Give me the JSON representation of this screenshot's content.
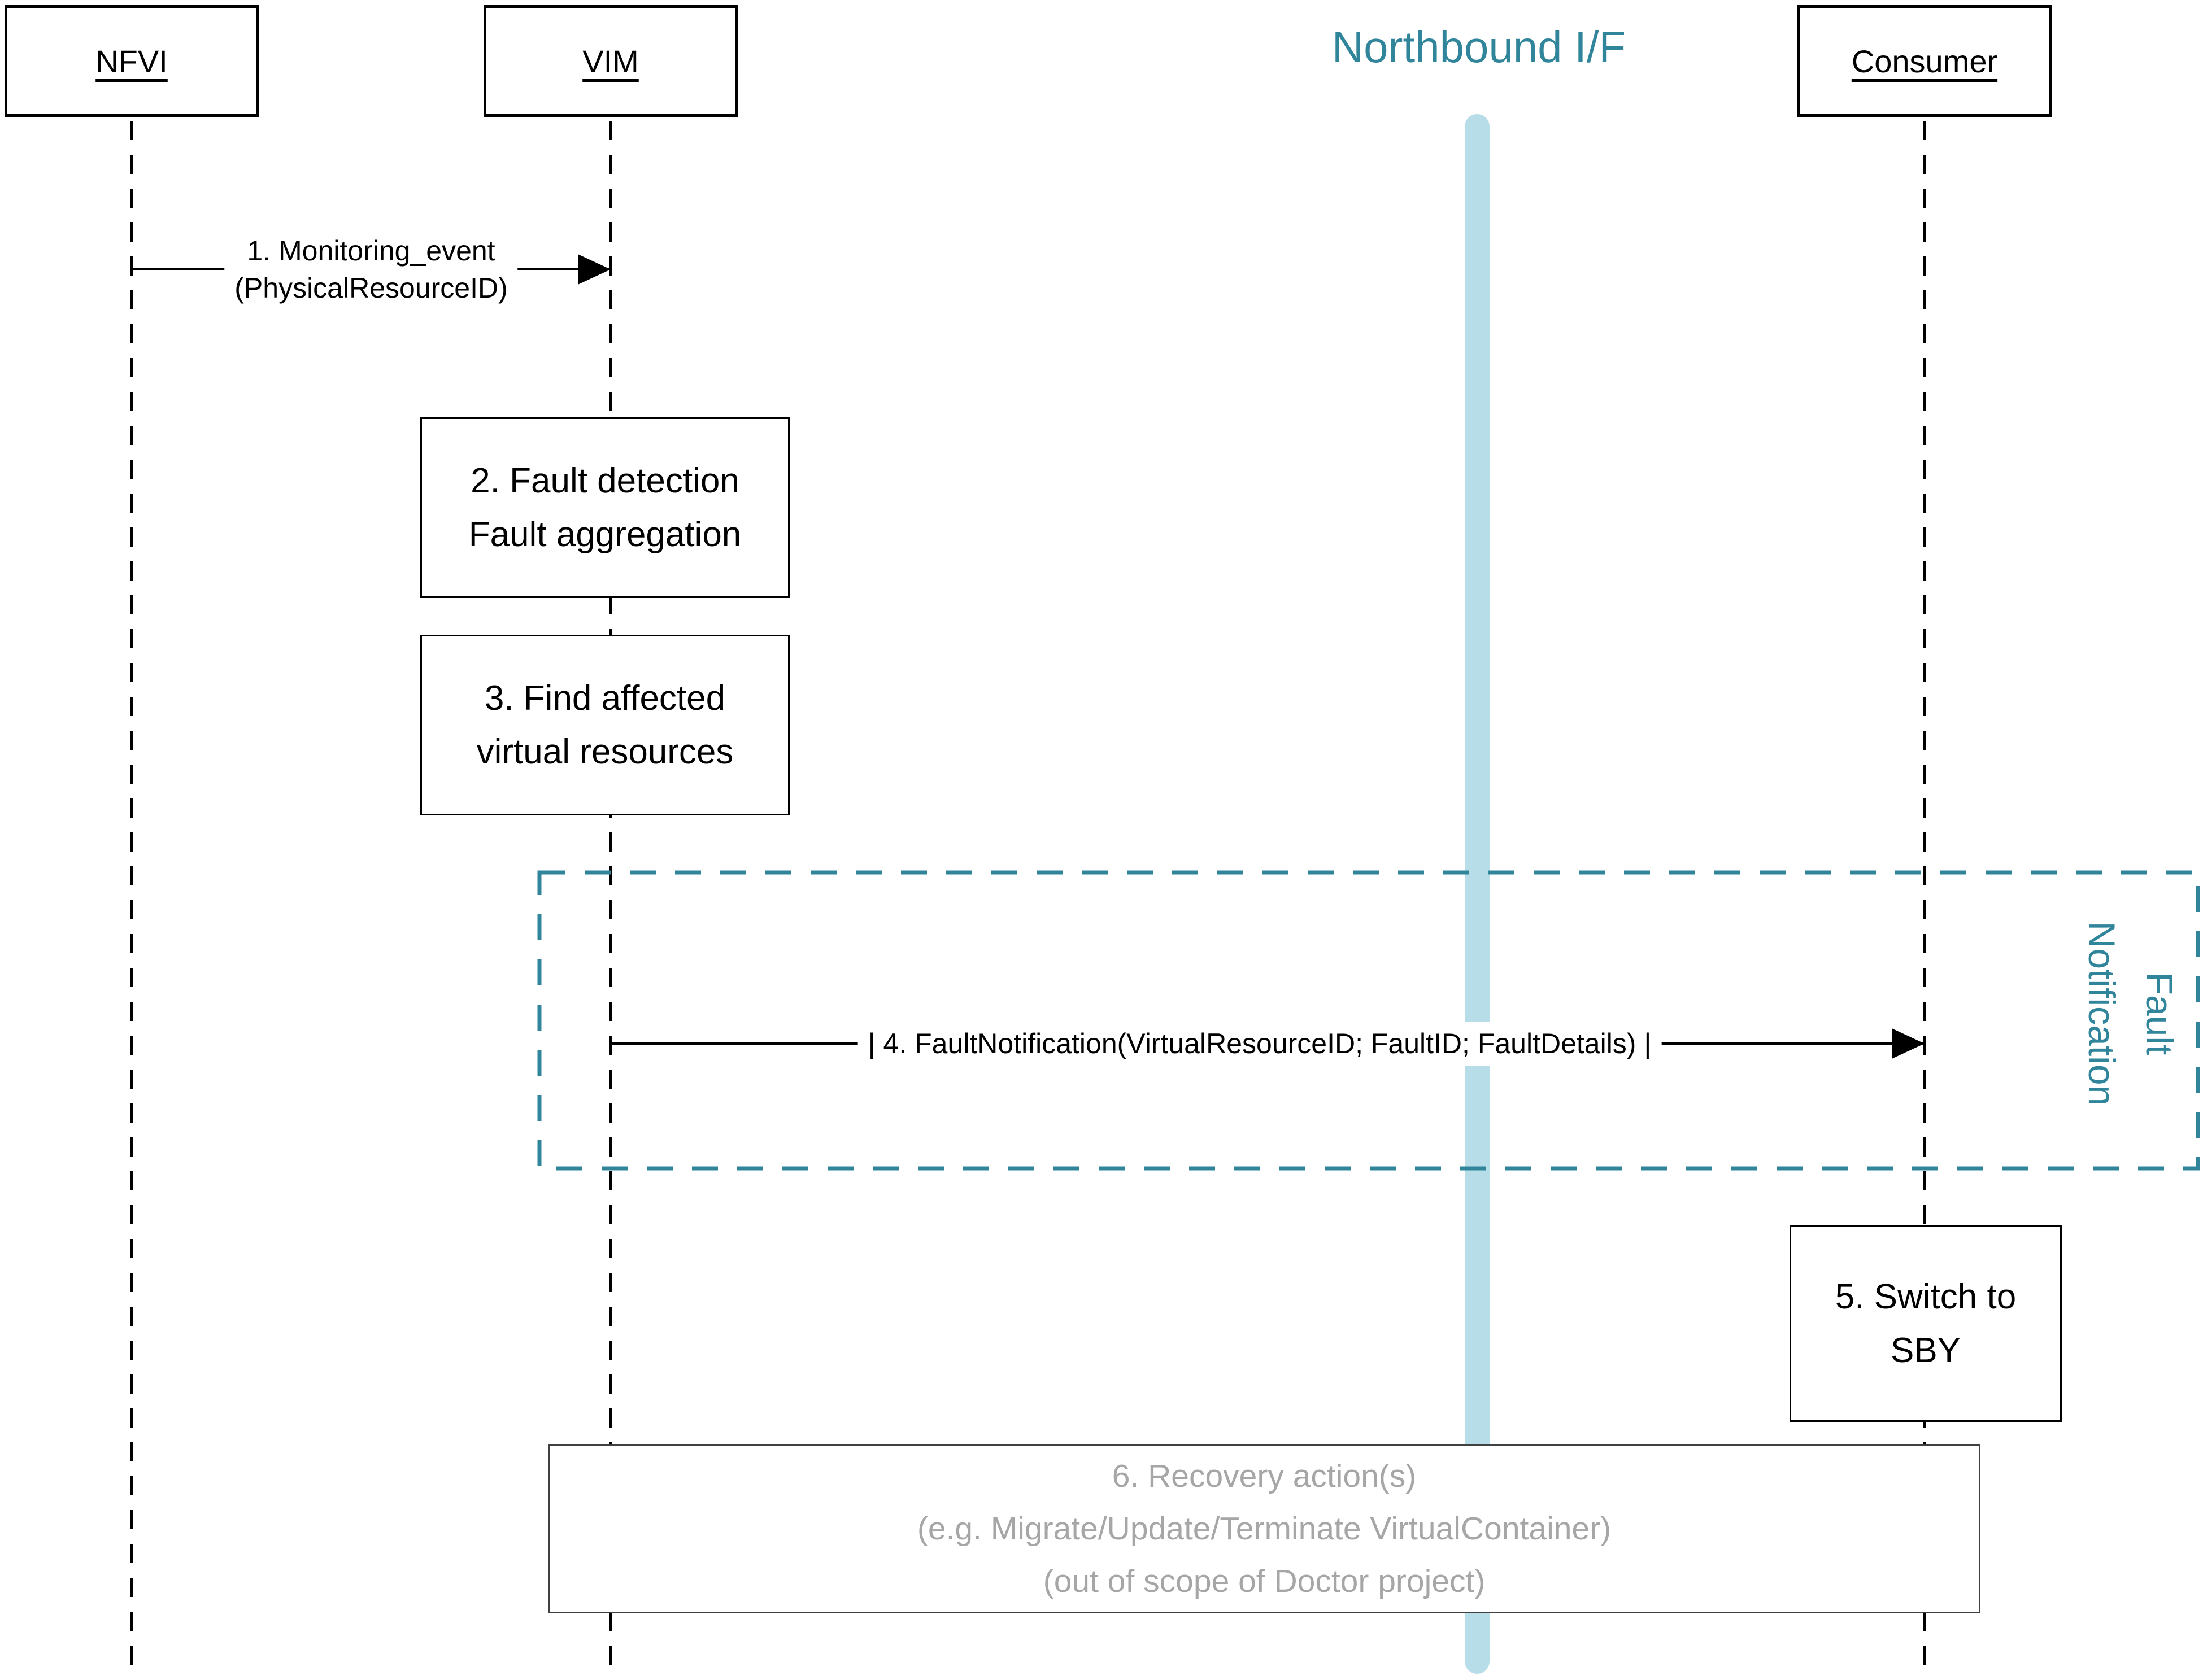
{
  "diagram": {
    "title": "Northbound I/F",
    "actors": [
      {
        "name": "NFVI"
      },
      {
        "name": "VIM"
      },
      {
        "name": "Consumer"
      }
    ],
    "messages": [
      {
        "from": "NFVI",
        "to": "VIM",
        "label_line1": "1. Monitoring_event",
        "label_line2": "(PhysicalResourceID)"
      },
      {
        "from": "VIM",
        "to": "Consumer",
        "label": "| 4. FaultNotification(VirtualResourceID; FaultID; FaultDetails) |"
      }
    ],
    "activities": [
      {
        "lines": [
          "2. Fault detection",
          "Fault aggregation"
        ]
      },
      {
        "lines": [
          "3. Find affected",
          "virtual resources"
        ]
      },
      {
        "lines": [
          "5. Switch to",
          "SBY"
        ]
      },
      {
        "lines": [
          "6. Recovery action(s)",
          "(e.g. Migrate/Update/Terminate VirtualContainer)",
          "(out of scope of Doctor project)"
        ]
      }
    ],
    "group": {
      "label_line1": "Fault",
      "label_line2": "Notification"
    },
    "colors": {
      "teal": "#31859B",
      "light_blue": "#B6DDE8",
      "gray_text": "#A6A6A6"
    }
  }
}
